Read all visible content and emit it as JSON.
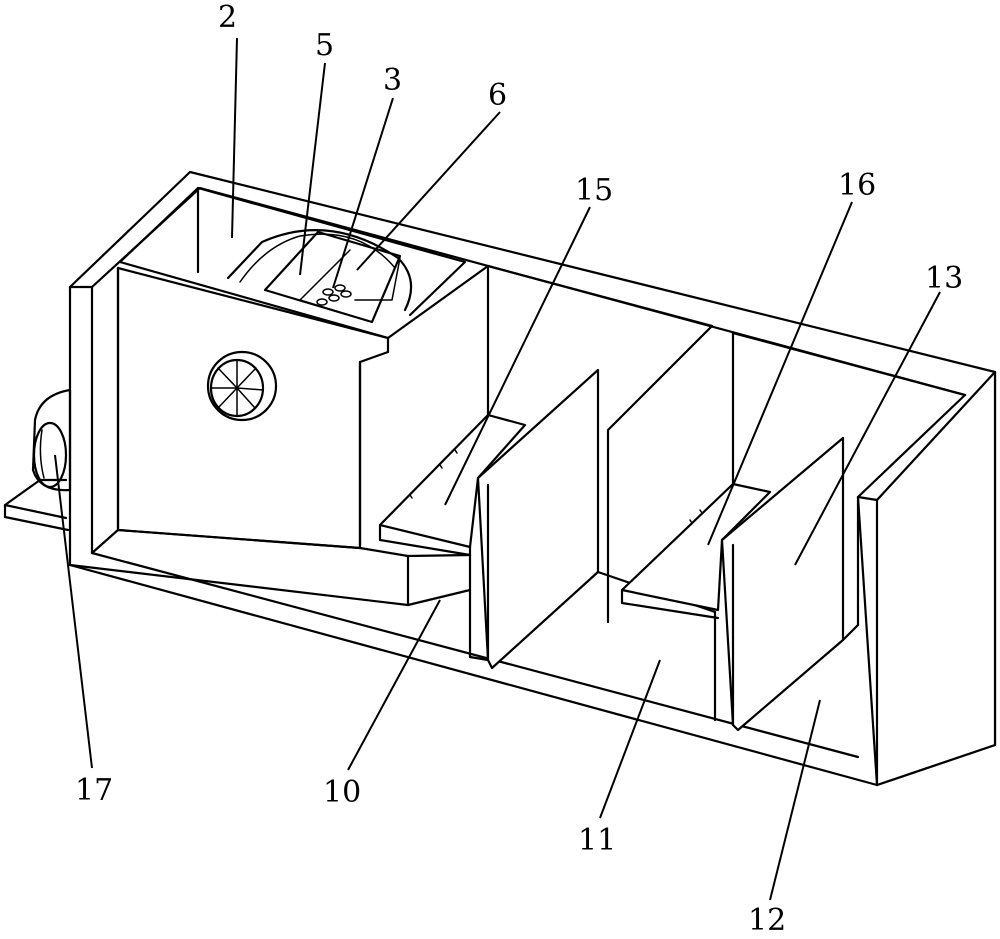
{
  "labels": {
    "l2": "2",
    "l5": "5",
    "l3": "3",
    "l6": "6",
    "l15": "15",
    "l16": "16",
    "l13": "13",
    "l17": "17",
    "l10": "10",
    "l11": "11",
    "l12": "12"
  }
}
